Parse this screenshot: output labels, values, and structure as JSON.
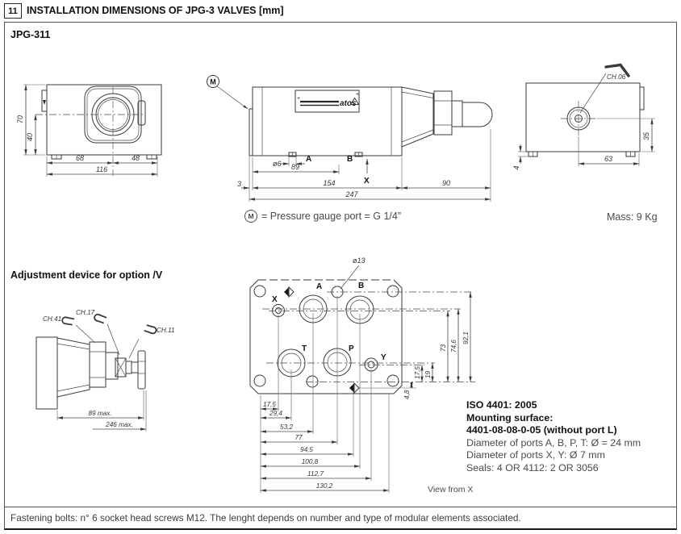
{
  "page": {
    "section_number": "11",
    "section_title": "INSTALLATION DIMENSIONS OF JPG-3 VALVES [mm]",
    "model": "JPG-311",
    "footer": "Fastening bolts: n° 6 socket head screws M12. The lenght depends on number and type of modular elements associated."
  },
  "notes": {
    "gauge_symbol": "M",
    "gauge_text": "= Pressure gauge port = G 1/4”",
    "mass": "Mass: 9 Kg"
  },
  "front": {
    "d70": "70",
    "d40": "40",
    "d68": "68",
    "d48": "48",
    "d116": "116"
  },
  "side": {
    "m": "M",
    "brand": "atos",
    "port_a": "A",
    "port_b": "B",
    "axis_x": "X",
    "dia6": "ø6",
    "d89": "89",
    "d3": "3",
    "d154": "154",
    "d90": "90",
    "d247": "247"
  },
  "endv": {
    "ch06": "CH.06",
    "d35": "35",
    "d63": "63",
    "d4": "4"
  },
  "adjust": {
    "title": "Adjustment device for option /V",
    "ch41": "CH.41",
    "ch17": "CH.17",
    "ch11": "CH.11",
    "d89max": "89 max.",
    "d246max": "246 max."
  },
  "mount": {
    "port_a": "A",
    "port_b": "B",
    "port_t": "T",
    "port_p": "P",
    "port_x": "X",
    "port_y": "Y",
    "dia13": "ø13",
    "view_from": "View from X",
    "h": [
      "17,5",
      "29,4",
      "53,2",
      "77",
      "94,5",
      "100,8",
      "112,7",
      "130,2"
    ],
    "v": [
      "4,8",
      "17,5",
      "19",
      "73",
      "74,6",
      "92,1"
    ]
  },
  "iso": {
    "l1": "ISO 4401: 2005",
    "l2": "Mounting surface:",
    "l3": "4401-08-08-0-05 (without port L)",
    "l4": "Diameter of ports A, B, P, T: Ø = 24 mm",
    "l5": "Diameter of ports X, Y: Ø 7 mm",
    "l6": "Seals: 4 OR 4112: 2 OR 3056"
  }
}
